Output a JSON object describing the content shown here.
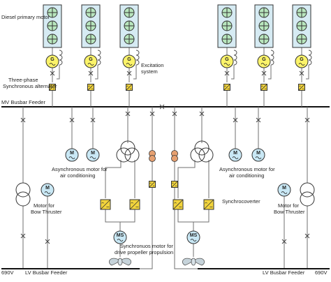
{
  "labels": {
    "diesel_primary_motor": "Diesel primary motor",
    "three_phase_line1": "Three-phase",
    "three_phase_line2": "Synchronous alternator",
    "excitation_line1": "Excitation",
    "excitation_line2": "system",
    "mv_busbar_feeder": "MV Busbar Feeder",
    "async_left_line1": "Asynchronous motor for",
    "async_left_line2": "air conditioning",
    "async_right_line1": "Asynchronous motor for",
    "async_right_line2": "air conditioning",
    "bow_left_line1": "Motor for",
    "bow_left_line2": "Bow Thruster",
    "bow_right_line1": "Motor for",
    "bow_right_line2": "Bow Thruster",
    "synchroconverter": "Synchrocoverter",
    "sync_motor_line1": "Synchronuos motor for",
    "sync_motor_line2": "drive propeller propulsion",
    "lv_left_voltage": "690V",
    "lv_left_feeder": "LV Busbar Feeder",
    "lv_right_feeder": "LV Busbar Feeder",
    "lv_right_voltage": "690V"
  },
  "symbols": {
    "generator": "G",
    "motor": "M",
    "sync_motor": "MS"
  },
  "colors": {
    "engine_fill": "#d6ebf3",
    "cylinder_fill": "#b8e6bd",
    "generator_fill": "#fbf36a",
    "motor_fill": "#c9e8f5",
    "converter_fill": "#f2d43c",
    "transformer_orange": "#e6a070"
  }
}
